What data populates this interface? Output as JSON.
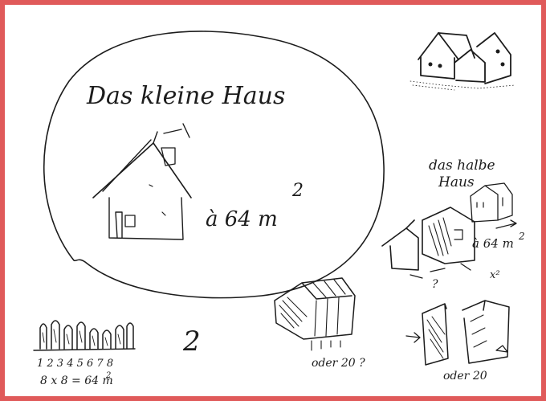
{
  "frame": {
    "border_color": "#e05a5a",
    "paper_color": "#ffffff",
    "ink_color": "#1c1c1c"
  },
  "main_sketch": {
    "title": "Das kleine Haus",
    "area_label": "à 64 m",
    "area_exponent": "2"
  },
  "half_house_sketch": {
    "title_line1": "das halbe",
    "title_line2": "Haus",
    "area_label": "à 64 m",
    "area_exponent": "2",
    "note_right": "x²",
    "note_marks": "?"
  },
  "row_sketch": {
    "numbers": "1  2  3  4  5 6 7 8",
    "formula": "8 x 8 = 64 m",
    "formula_exponent": "2",
    "big_number": "2"
  },
  "shed_sketch": {
    "caption": "oder 20 ?"
  },
  "split_sketch": {
    "caption": "oder 20"
  }
}
